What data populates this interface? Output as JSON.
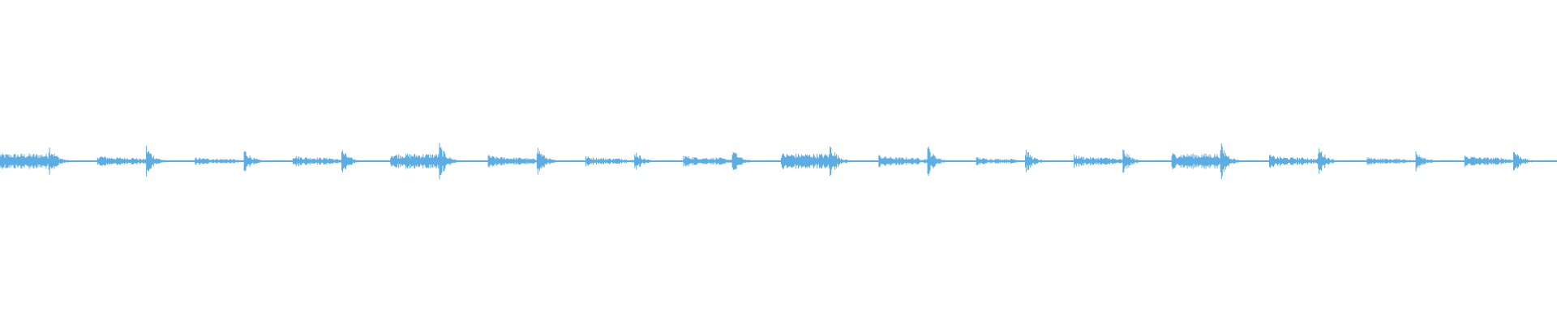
{
  "waveform": {
    "color": "#5DADE2",
    "background": "#ffffff",
    "hits": [
      {
        "time": 0.0,
        "amplitude": 0.58,
        "decay": "long",
        "sustain": 0.26
      },
      {
        "time": 0.032,
        "amplitude": 0.75,
        "decay": "short",
        "sustain": 0.04
      },
      {
        "time": 0.064,
        "amplitude": 0.43,
        "decay": "long",
        "sustain": 0.12
      },
      {
        "time": 0.096,
        "amplitude": 0.67,
        "decay": "short",
        "sustain": 0.04
      },
      {
        "time": 0.128,
        "amplitude": 0.28,
        "decay": "long",
        "sustain": 0.08
      },
      {
        "time": 0.16,
        "amplitude": 0.54,
        "decay": "short",
        "sustain": 0.04
      },
      {
        "time": 0.192,
        "amplitude": 0.43,
        "decay": "long",
        "sustain": 0.1
      },
      {
        "time": 0.224,
        "amplitude": 0.54,
        "decay": "short",
        "sustain": 0.04
      },
      {
        "time": 0.256,
        "amplitude": 0.58,
        "decay": "long",
        "sustain": 0.26
      },
      {
        "time": 0.288,
        "amplitude": 0.75,
        "decay": "short",
        "sustain": 0.04
      },
      {
        "time": 0.32,
        "amplitude": 0.43,
        "decay": "long",
        "sustain": 0.12
      },
      {
        "time": 0.352,
        "amplitude": 0.67,
        "decay": "short",
        "sustain": 0.04
      },
      {
        "time": 0.384,
        "amplitude": 0.34,
        "decay": "long",
        "sustain": 0.08
      },
      {
        "time": 0.416,
        "amplitude": 0.5,
        "decay": "short",
        "sustain": 0.04
      },
      {
        "time": 0.448,
        "amplitude": 0.43,
        "decay": "long",
        "sustain": 0.1
      },
      {
        "time": 0.48,
        "amplitude": 0.54,
        "decay": "short",
        "sustain": 0.04
      },
      {
        "time": 0.512,
        "amplitude": 0.58,
        "decay": "long",
        "sustain": 0.26
      },
      {
        "time": 0.544,
        "amplitude": 0.75,
        "decay": "short",
        "sustain": 0.04
      },
      {
        "time": 0.576,
        "amplitude": 0.43,
        "decay": "long",
        "sustain": 0.12
      },
      {
        "time": 0.608,
        "amplitude": 0.67,
        "decay": "short",
        "sustain": 0.04
      },
      {
        "time": 0.64,
        "amplitude": 0.28,
        "decay": "long",
        "sustain": 0.08
      },
      {
        "time": 0.672,
        "amplitude": 0.54,
        "decay": "short",
        "sustain": 0.04
      },
      {
        "time": 0.704,
        "amplitude": 0.43,
        "decay": "long",
        "sustain": 0.1
      },
      {
        "time": 0.736,
        "amplitude": 0.54,
        "decay": "short",
        "sustain": 0.04
      },
      {
        "time": 0.768,
        "amplitude": 0.58,
        "decay": "long",
        "sustain": 0.26
      },
      {
        "time": 0.8,
        "amplitude": 0.78,
        "decay": "short",
        "sustain": 0.04
      },
      {
        "time": 0.832,
        "amplitude": 0.43,
        "decay": "long",
        "sustain": 0.12
      },
      {
        "time": 0.864,
        "amplitude": 0.67,
        "decay": "short",
        "sustain": 0.04
      },
      {
        "time": 0.896,
        "amplitude": 0.28,
        "decay": "long",
        "sustain": 0.08
      },
      {
        "time": 0.928,
        "amplitude": 0.54,
        "decay": "short",
        "sustain": 0.04
      },
      {
        "time": 0.96,
        "amplitude": 0.43,
        "decay": "long",
        "sustain": 0.1
      },
      {
        "time": 0.992,
        "amplitude": 0.54,
        "decay": "short",
        "sustain": 0.04
      }
    ]
  }
}
